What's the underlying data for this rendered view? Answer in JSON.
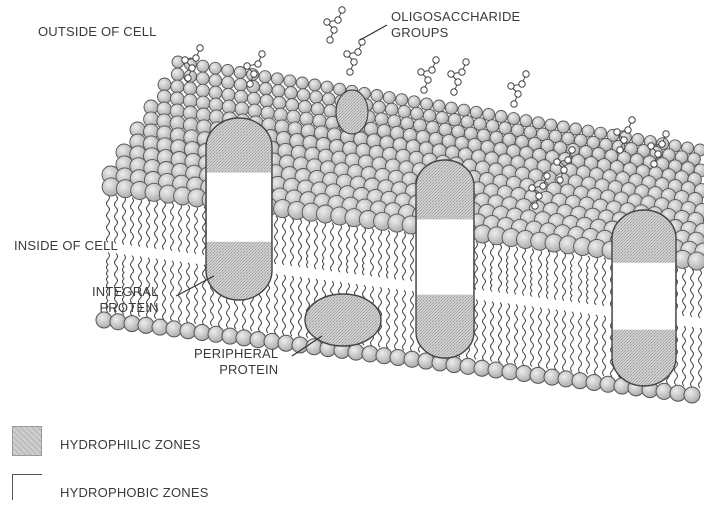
{
  "labels": {
    "outside": "OUTSIDE OF CELL",
    "oligo_line1": "OLIGOSACCHARIDE",
    "oligo_line2": "GROUPS",
    "inside": "INSIDE OF CELL",
    "integral_line1": "INTEGRAL",
    "integral_line2": "PROTEIN",
    "peripheral_line1": "PERIPHERAL",
    "peripheral_line2": "PROTEIN"
  },
  "legend": {
    "hydrophilic": "HYDROPHILIC ZONES",
    "hydrophobic": "HYDROPHOBIC ZONES"
  },
  "colors": {
    "protein_fill": "#c8c8c8",
    "head_fill": "#c4c4c4",
    "outline": "#555555",
    "hydrophobic_fill": "#ffffff"
  }
}
